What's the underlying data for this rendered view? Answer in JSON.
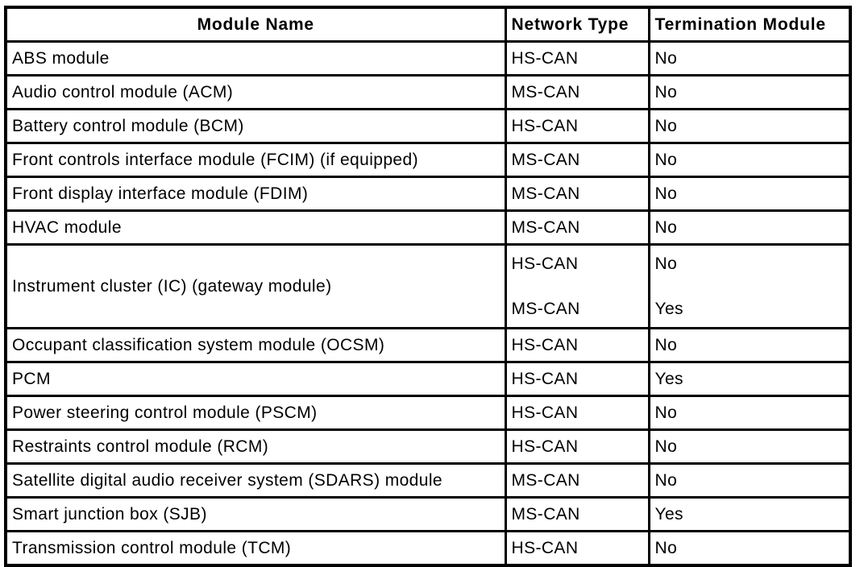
{
  "colors": {
    "border": "#000000",
    "text": "#000000",
    "background": "#ffffff"
  },
  "table": {
    "headers": {
      "module_name": "Module Name",
      "network_type": "Network Type",
      "termination_module": "Termination Module"
    },
    "rows": [
      {
        "name": "ABS module",
        "network": "HS-CAN",
        "termination": "No"
      },
      {
        "name": "Audio control module (ACM)",
        "network": "MS-CAN",
        "termination": "No"
      },
      {
        "name": "Battery control module (BCM)",
        "network": "HS-CAN",
        "termination": "No"
      },
      {
        "name": "Front controls interface module (FCIM) (if equipped)",
        "network": "MS-CAN",
        "termination": "No"
      },
      {
        "name": "Front display interface module (FDIM)",
        "network": "MS-CAN",
        "termination": "No"
      },
      {
        "name": "HVAC module",
        "network": "MS-CAN",
        "termination": "No"
      },
      {
        "name": "Instrument cluster (IC) (gateway module)",
        "network": [
          "HS-CAN",
          "MS-CAN"
        ],
        "termination": [
          "No",
          "Yes"
        ]
      },
      {
        "name": "Occupant classification system module (OCSM)",
        "network": "HS-CAN",
        "termination": "No"
      },
      {
        "name": "PCM",
        "network": "HS-CAN",
        "termination": "Yes"
      },
      {
        "name": "Power steering control module (PSCM)",
        "network": "HS-CAN",
        "termination": "No"
      },
      {
        "name": "Restraints control module (RCM)",
        "network": "HS-CAN",
        "termination": "No"
      },
      {
        "name": "Satellite digital audio receiver system (SDARS) module",
        "network": "MS-CAN",
        "termination": "No"
      },
      {
        "name": "Smart junction box (SJB)",
        "network": "MS-CAN",
        "termination": "Yes"
      },
      {
        "name": "Transmission control module (TCM)",
        "network": "HS-CAN",
        "termination": "No"
      }
    ]
  }
}
